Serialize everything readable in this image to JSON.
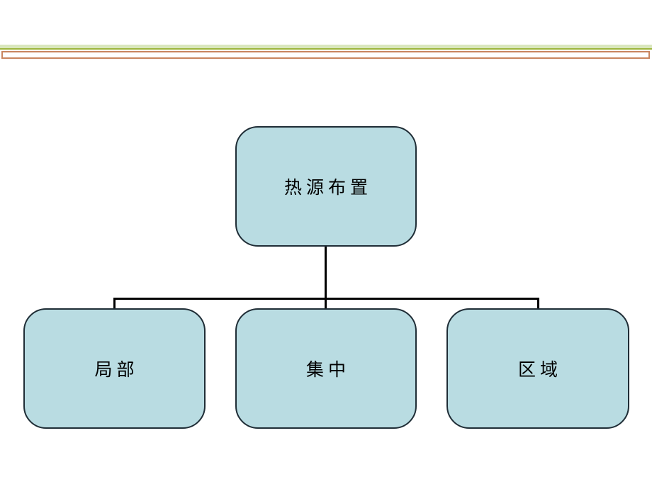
{
  "slide": {
    "background_color": "#ffffff",
    "decor": {
      "green_band_fill": "#d9e7bd",
      "green_line_color": "#9db53c",
      "orange_line_color": "#c9855f"
    },
    "diagram": {
      "type": "org-chart",
      "root": {
        "label": "热源布置"
      },
      "children": [
        {
          "label": "局部"
        },
        {
          "label": "集中"
        },
        {
          "label": "区域"
        }
      ],
      "colors": {
        "box_fill": "#b9dce2",
        "box_border": "#1f2d36",
        "connector": "#000000",
        "text": "#000000"
      }
    }
  }
}
